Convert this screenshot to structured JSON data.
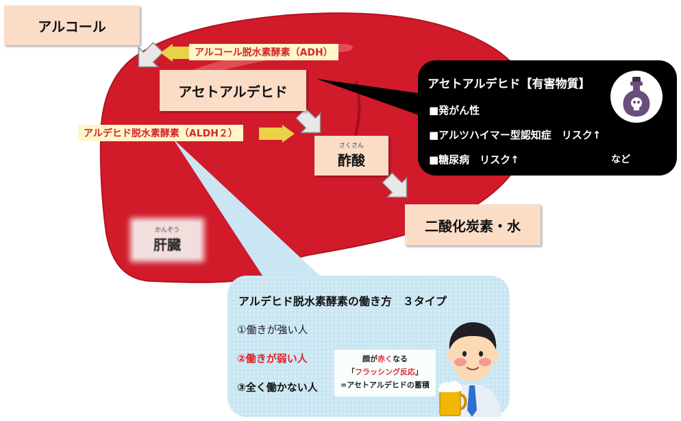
{
  "compounds": {
    "alcohol": "アルコール",
    "acetaldehyde": "アセトアルデヒド",
    "acetic_acid": "酢酸",
    "acetic_acid_ruby": "さくさん",
    "final": "二酸化炭素・水"
  },
  "enzymes": {
    "adh": "アルコール脱水素酵素（ADH）",
    "aldh2": "アルデヒド脱水素酵素（ALDH２）"
  },
  "liver": {
    "label": "肝臓",
    "ruby": "かんぞう"
  },
  "harm": {
    "title": "アセトアルデヒド【有害物質】",
    "items": [
      "■発がん性",
      "■アルツハイマー型認知症　リスク↑",
      "■糖尿病　リスク↑"
    ],
    "etc": "など"
  },
  "types": {
    "title": "アルデヒド脱水素酵素の働き方　３タイプ",
    "items": [
      "①働きが強い人",
      "②働きが弱い人",
      "③全く働かない人"
    ]
  },
  "flush_note": {
    "line1_a": "顔が",
    "line1_b": "赤く",
    "line1_c": "なる",
    "line2_a": "「",
    "line2_b": "フラッシング反応",
    "line2_c": "」",
    "line3": "=アセトアルデヒドの蓄積"
  },
  "colors": {
    "liver": "#d11a2a",
    "box": "#fbdcc7",
    "enzyme_bg": "#fff6cc",
    "enzyme_text": "#d6262b",
    "panel": "#c9e6f2",
    "accent_red": "#e0202a"
  }
}
